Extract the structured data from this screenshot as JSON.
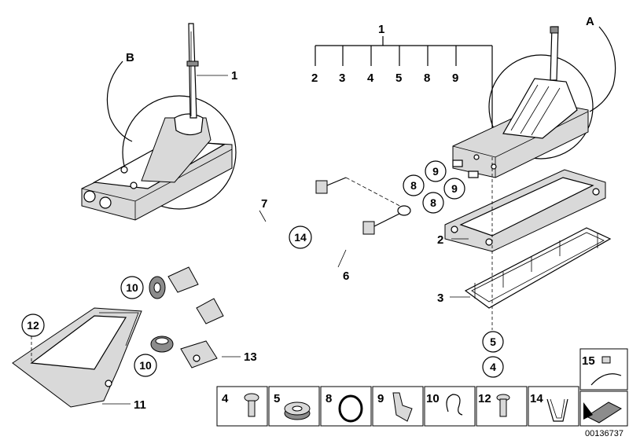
{
  "labels": {
    "A": "A",
    "B": "B",
    "n1_left": "1",
    "n1_top": "1",
    "group_items": [
      "2",
      "3",
      "4",
      "5",
      "8",
      "9"
    ],
    "n2": "2",
    "n3": "3",
    "n6": "6",
    "n7": "7",
    "n11": "11",
    "n13": "13"
  },
  "callouts": {
    "c9a": "9",
    "c9b": "9",
    "c8a": "8",
    "c8b": "8",
    "c14": "14",
    "c10a": "10",
    "c10b": "10",
    "c12": "12",
    "c5": "5",
    "c4": "4"
  },
  "legend": {
    "tiles": [
      {
        "num": "4",
        "icon": "bolt-icon"
      },
      {
        "num": "5",
        "icon": "bushing-icon"
      },
      {
        "num": "8",
        "icon": "o-ring-icon"
      },
      {
        "num": "9",
        "icon": "clip-icon"
      },
      {
        "num": "10",
        "icon": "spring-clip-icon"
      },
      {
        "num": "12",
        "icon": "screw-icon"
      },
      {
        "num": "14",
        "icon": "retaining-clip-icon"
      }
    ],
    "tile15": "15",
    "arrow_icon": "direction-arrow-icon"
  },
  "doc_id": "00136737"
}
